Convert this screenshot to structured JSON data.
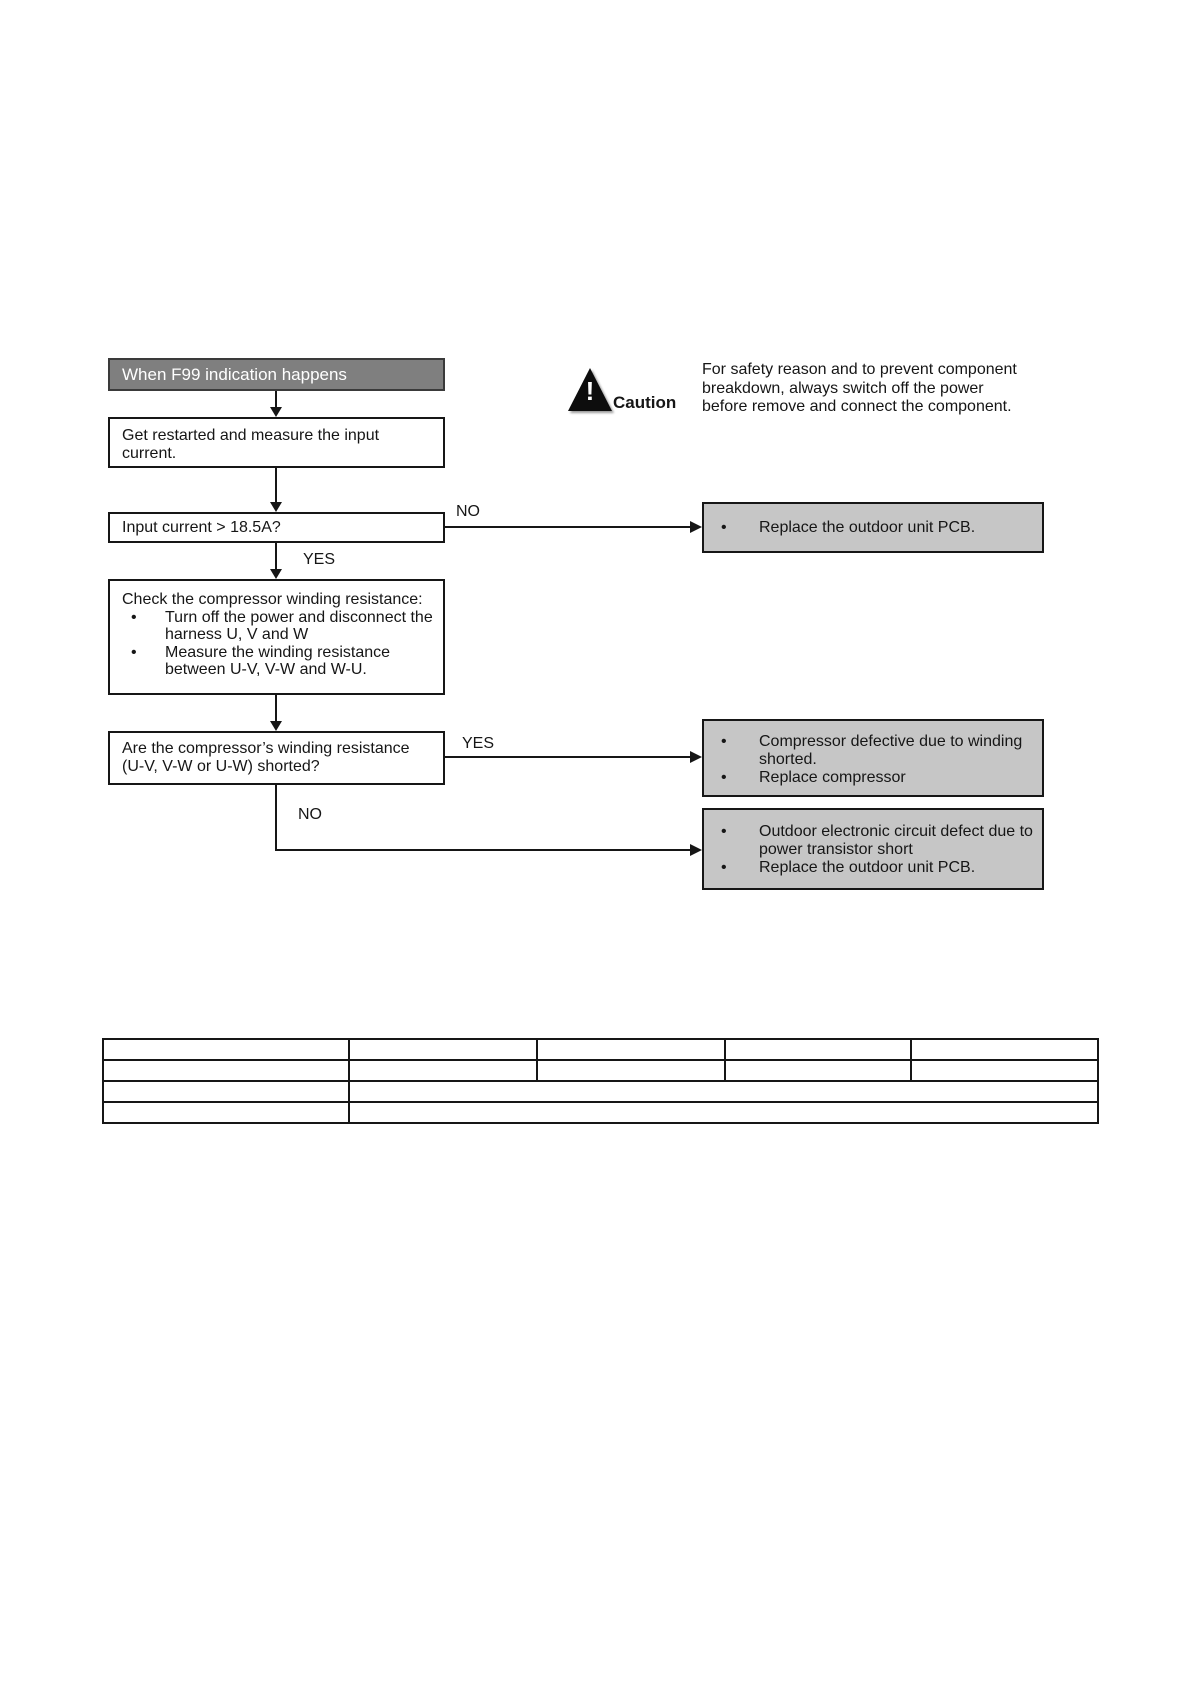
{
  "flowchart": {
    "start": {
      "label": "When F99 indication happens"
    },
    "step_restart": {
      "text": "Get restarted and measure the input current."
    },
    "step_current": {
      "text": "Input current > 18.5A?"
    },
    "step_check": {
      "title": "Check the compressor winding resistance:",
      "bullets": [
        "Turn off the power and disconnect the harness U, V and W",
        "Measure the winding resistance between U-V, V-W and W-U."
      ]
    },
    "step_shorted": {
      "text": "Are the compressor’s winding resistance (U-V, V-W or U-W) shorted?"
    },
    "branch_labels": {
      "no1": "NO",
      "yes1": "YES",
      "yes2": "YES",
      "no2": "NO"
    },
    "outcome_pcb": {
      "bullets": [
        "Replace the outdoor unit PCB."
      ]
    },
    "outcome_compressor": {
      "bullets": [
        "Compressor defective due to winding shorted.",
        "Replace compressor"
      ]
    },
    "outcome_transistor": {
      "bullets": [
        "Outdoor electronic circuit defect due to power transistor short",
        "Replace the outdoor unit PCB."
      ]
    }
  },
  "caution": {
    "label": "Caution",
    "lines": [
      "For safety reason and to prevent component",
      "breakdown, always switch off the power",
      "before remove and connect the component."
    ]
  },
  "table": {
    "rows": [
      [
        "",
        "",
        "",
        "",
        ""
      ],
      [
        "",
        "",
        "",
        "",
        ""
      ],
      [
        "",
        ""
      ],
      [
        "",
        ""
      ]
    ]
  },
  "colors": {
    "start_box_bg": "#7f7f7f",
    "outcome_box_bg": "#c6c6c6",
    "line_and_border": "#161616",
    "page_bg": "#ffffff"
  }
}
